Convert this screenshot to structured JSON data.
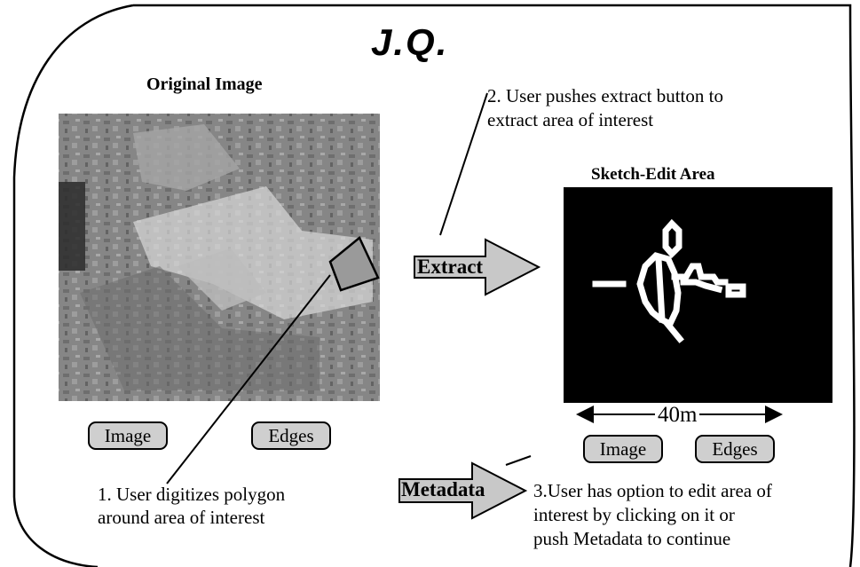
{
  "logo": "J.Q.",
  "left_panel": {
    "title": "Original Image",
    "buttons": {
      "image": "Image",
      "edges": "Edges"
    }
  },
  "right_panel": {
    "title": "Sketch-Edit Area",
    "scale_label": "40m",
    "buttons": {
      "image": "Image",
      "edges": "Edges"
    }
  },
  "arrows": {
    "extract": "Extract",
    "metadata": "Metadata"
  },
  "notes": {
    "step1": [
      "1. User digitizes polygon",
      "around area of interest"
    ],
    "step2": [
      "2. User pushes extract button to",
      "extract area of interest"
    ],
    "step3": [
      "3.User has option to edit area of",
      "interest by clicking on it or",
      "push Metadata to continue"
    ]
  },
  "colors": {
    "button_fill": "#cfcfcf",
    "arrow_fill": "#c8c8c8",
    "sketch_bg": "#000000",
    "sketch_stroke": "#ffffff"
  }
}
